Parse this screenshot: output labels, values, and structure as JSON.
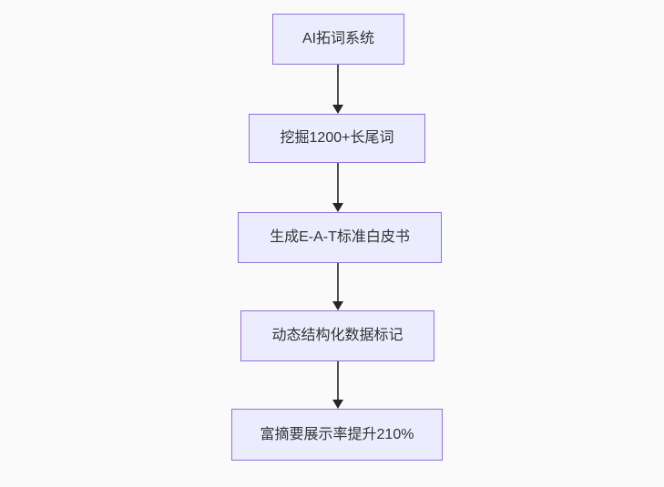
{
  "diagram": {
    "type": "flowchart",
    "direction": "top-down",
    "nodes": [
      {
        "label": "AI拓词系统"
      },
      {
        "label": "挖掘1200+长尾词"
      },
      {
        "label": "生成E-A-T标准白皮书"
      },
      {
        "label": "动态结构化数据标记"
      },
      {
        "label": "富摘要展示率提升210%"
      }
    ],
    "edges": [
      {
        "from": 0,
        "to": 1
      },
      {
        "from": 1,
        "to": 2
      },
      {
        "from": 2,
        "to": 3
      },
      {
        "from": 3,
        "to": 4
      }
    ],
    "colors": {
      "node_fill": "#ECECFF",
      "node_border": "#9370DB",
      "arrow_line": "#4d4d4d",
      "arrowhead": "#262626",
      "text": "#333333",
      "background": "#fafafa"
    }
  }
}
